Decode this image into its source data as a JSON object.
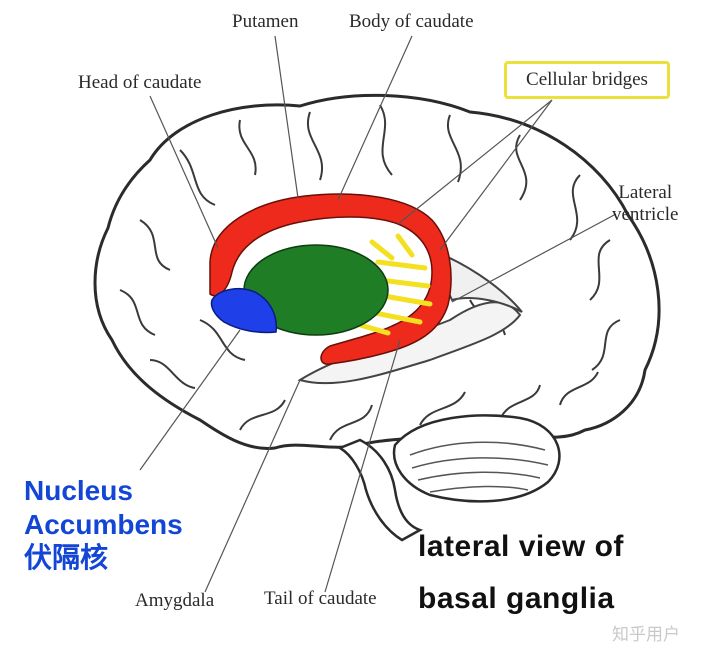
{
  "labels": {
    "putamen": "Putamen",
    "body_of_caudate": "Body of caudate",
    "head_of_caudate": "Head of caudate",
    "cellular_bridges": "Cellular bridges",
    "lateral_ventricle_line1": "Lateral",
    "lateral_ventricle_line2": "ventricle",
    "amygdala": "Amygdala",
    "tail_of_caudate": "Tail of caudate"
  },
  "annotation": {
    "nucleus_line1": "Nucleus",
    "nucleus_line2": "Accumbens",
    "nucleus_line3": "伏隔核"
  },
  "caption": {
    "line1": "lateral view of",
    "line2": "basal ganglia"
  },
  "watermark": "知乎用户",
  "colors": {
    "caudate": "#ee2a1c",
    "putamen": "#1f7d26",
    "nucleus_accumbens": "#1f3fe8",
    "bridges": "#f3e021",
    "label_blue": "#1446d6",
    "highlight_box": "#e8e23a"
  }
}
